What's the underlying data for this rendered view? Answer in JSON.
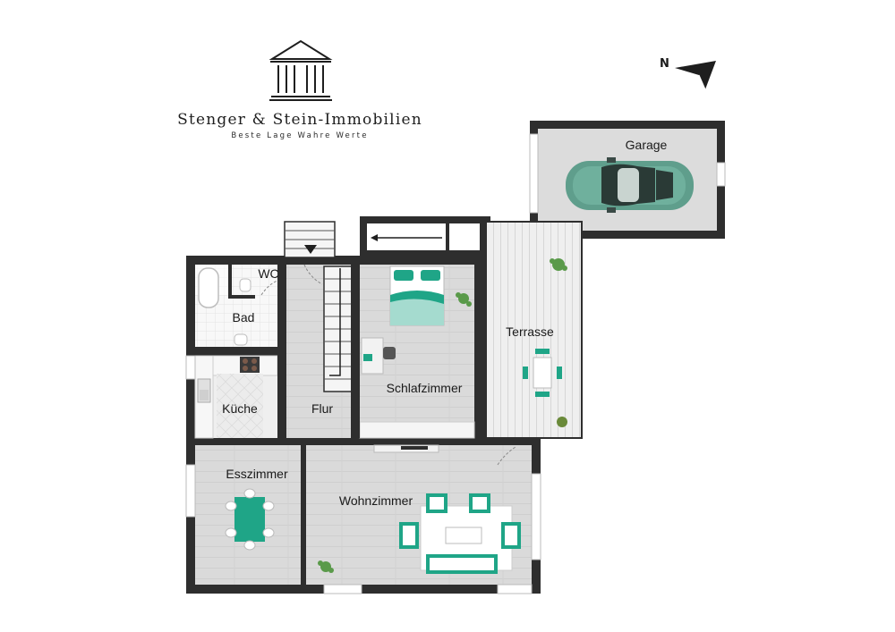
{
  "logo": {
    "company": "Stenger & Stein-Immobilien",
    "tagline": "Beste Lage Wahre Werte",
    "icon": "classical-building-icon"
  },
  "compass": {
    "label": "N",
    "icon": "north-arrow-icon"
  },
  "rooms": {
    "garage": "Garage",
    "wc": "WC",
    "bad": "Bad",
    "kueche": "Küche",
    "flur": "Flur",
    "schlafzimmer": "Schlafzimmer",
    "terrasse": "Terrasse",
    "esszimmer": "Esszimmer",
    "wohnzimmer": "Wohnzimmer"
  },
  "colors": {
    "wall": "#2e2e2e",
    "floor": "#dcdcdc",
    "accent": "#1fa587",
    "car": "#5f9e8c",
    "tile": "#f7f7f7",
    "deck": "#ececec"
  }
}
